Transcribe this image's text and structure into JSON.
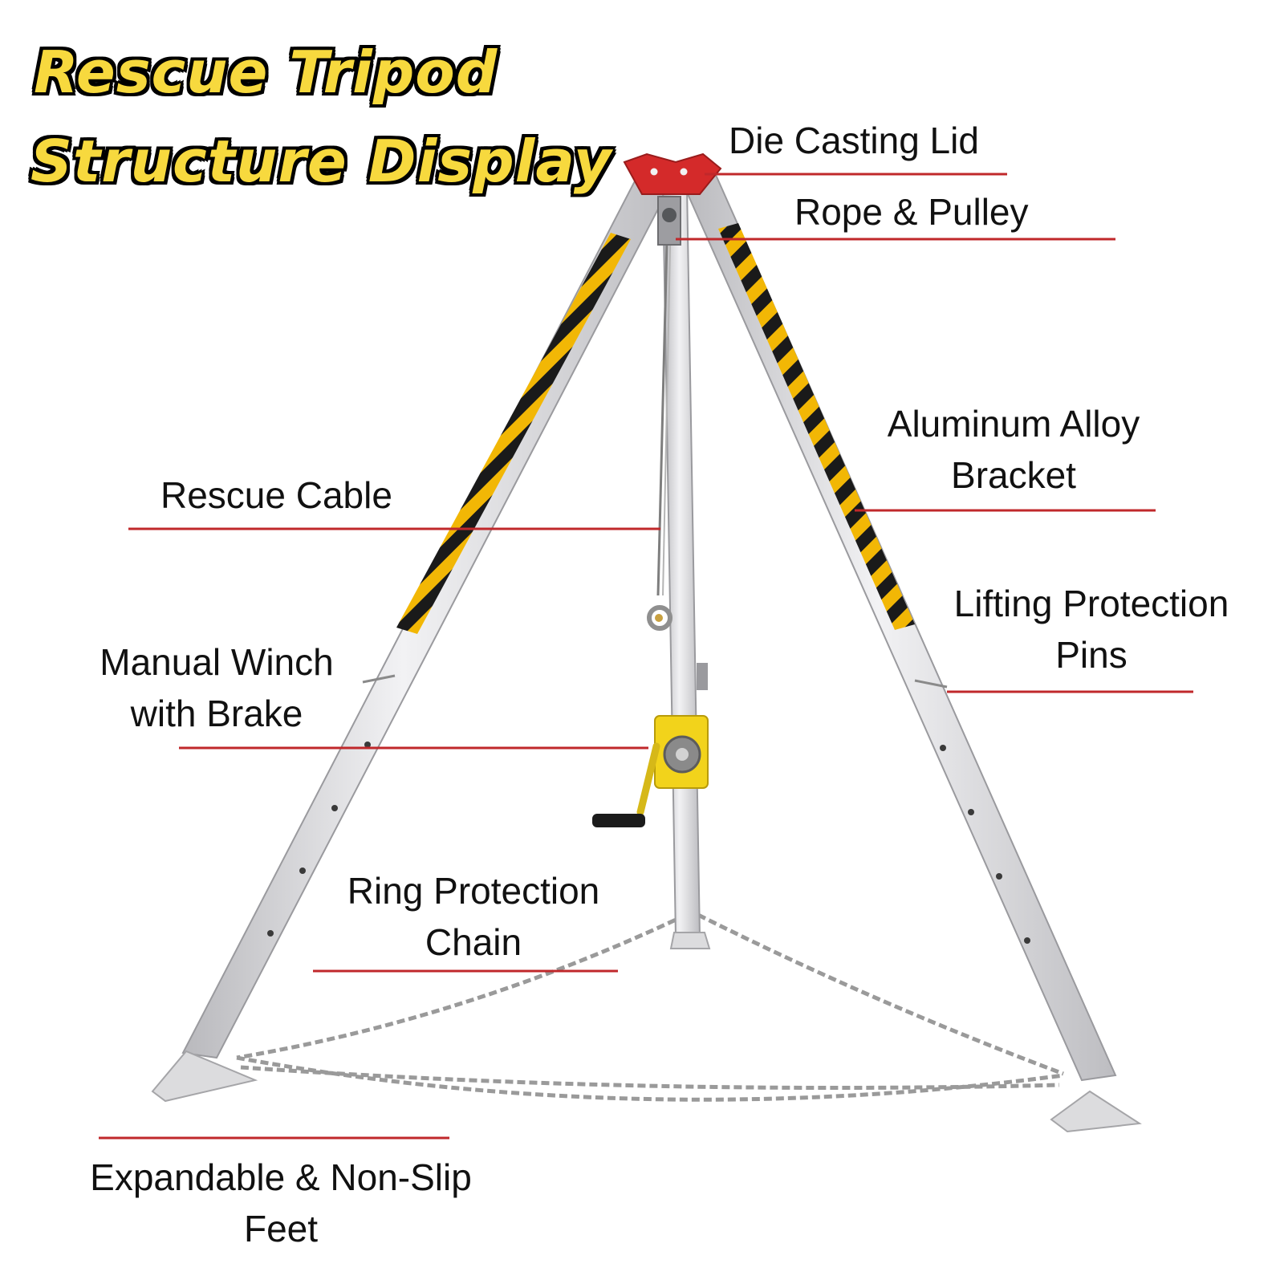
{
  "title": {
    "line1": "Rescue Tripod",
    "line2": "Structure Display"
  },
  "labels": {
    "die_casting_lid": "Die Casting Lid",
    "rope_pulley": "Rope & Pulley",
    "aluminum_alloy_bracket": [
      "Aluminum Alloy",
      "Bracket"
    ],
    "rescue_cable": "Rescue Cable",
    "lifting_protection_pins": [
      "Lifting Protection",
      "Pins"
    ],
    "manual_winch": [
      "Manual Winch",
      "with Brake"
    ],
    "ring_protection_chain": [
      "Ring Protection",
      "Chain"
    ],
    "non_slip_feet": [
      "Expandable & Non-Slip",
      "Feet"
    ]
  },
  "colors": {
    "title_fill": "#f7d93e",
    "leader_line": "#c0282b",
    "lid": "#d42a2a",
    "winch": "#f2d31b",
    "aluminum": "#d5d5d8",
    "stripe_yellow": "#f2b705",
    "stripe_black": "#1a1a1a"
  }
}
